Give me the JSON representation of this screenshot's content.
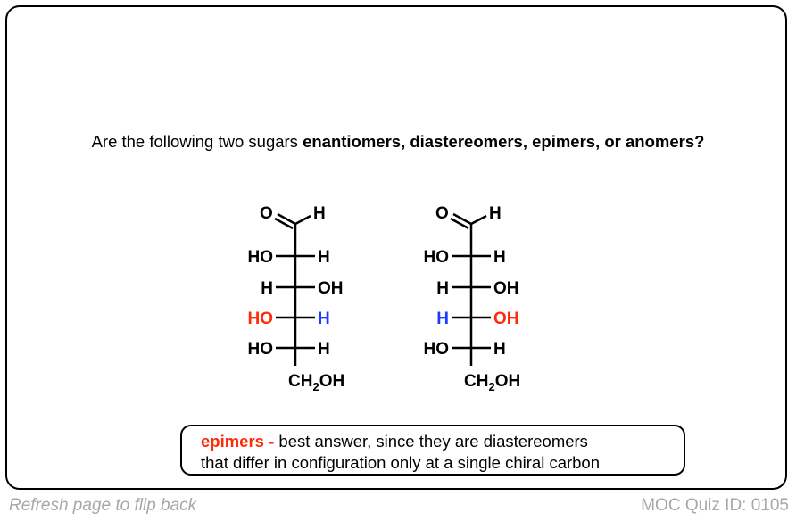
{
  "question": {
    "prefix": "Are the following two sugars ",
    "options": "enantiomers, diastereomers, epimers, or anomers?"
  },
  "molecules": [
    {
      "top": {
        "o": "O",
        "h": "H"
      },
      "rows": [
        {
          "left": "HO",
          "right": "H",
          "left_color": "#000000",
          "right_color": "#000000"
        },
        {
          "left": "H",
          "right": "OH",
          "left_color": "#000000",
          "right_color": "#000000"
        },
        {
          "left": "HO",
          "right": "H",
          "left_color": "#ff2a0a",
          "right_color": "#1a3cff"
        },
        {
          "left": "HO",
          "right": "H",
          "left_color": "#000000",
          "right_color": "#000000"
        }
      ],
      "bottom": {
        "ch": "CH",
        "sub": "2",
        "oh": "OH"
      }
    },
    {
      "top": {
        "o": "O",
        "h": "H"
      },
      "rows": [
        {
          "left": "HO",
          "right": "H",
          "left_color": "#000000",
          "right_color": "#000000"
        },
        {
          "left": "H",
          "right": "OH",
          "left_color": "#000000",
          "right_color": "#000000"
        },
        {
          "left": "H",
          "right": "OH",
          "left_color": "#1a3cff",
          "right_color": "#ff2a0a"
        },
        {
          "left": "HO",
          "right": "H",
          "left_color": "#000000",
          "right_color": "#000000"
        }
      ],
      "bottom": {
        "ch": "CH",
        "sub": "2",
        "oh": "OH"
      }
    }
  ],
  "answer": {
    "term": "epimers -",
    "line1": " best answer, since they are diastereomers",
    "line2": "that differ in configuration only at a single chiral carbon"
  },
  "footer": {
    "left": "Refresh page to flip back",
    "right": "MOC Quiz ID: 0105"
  }
}
